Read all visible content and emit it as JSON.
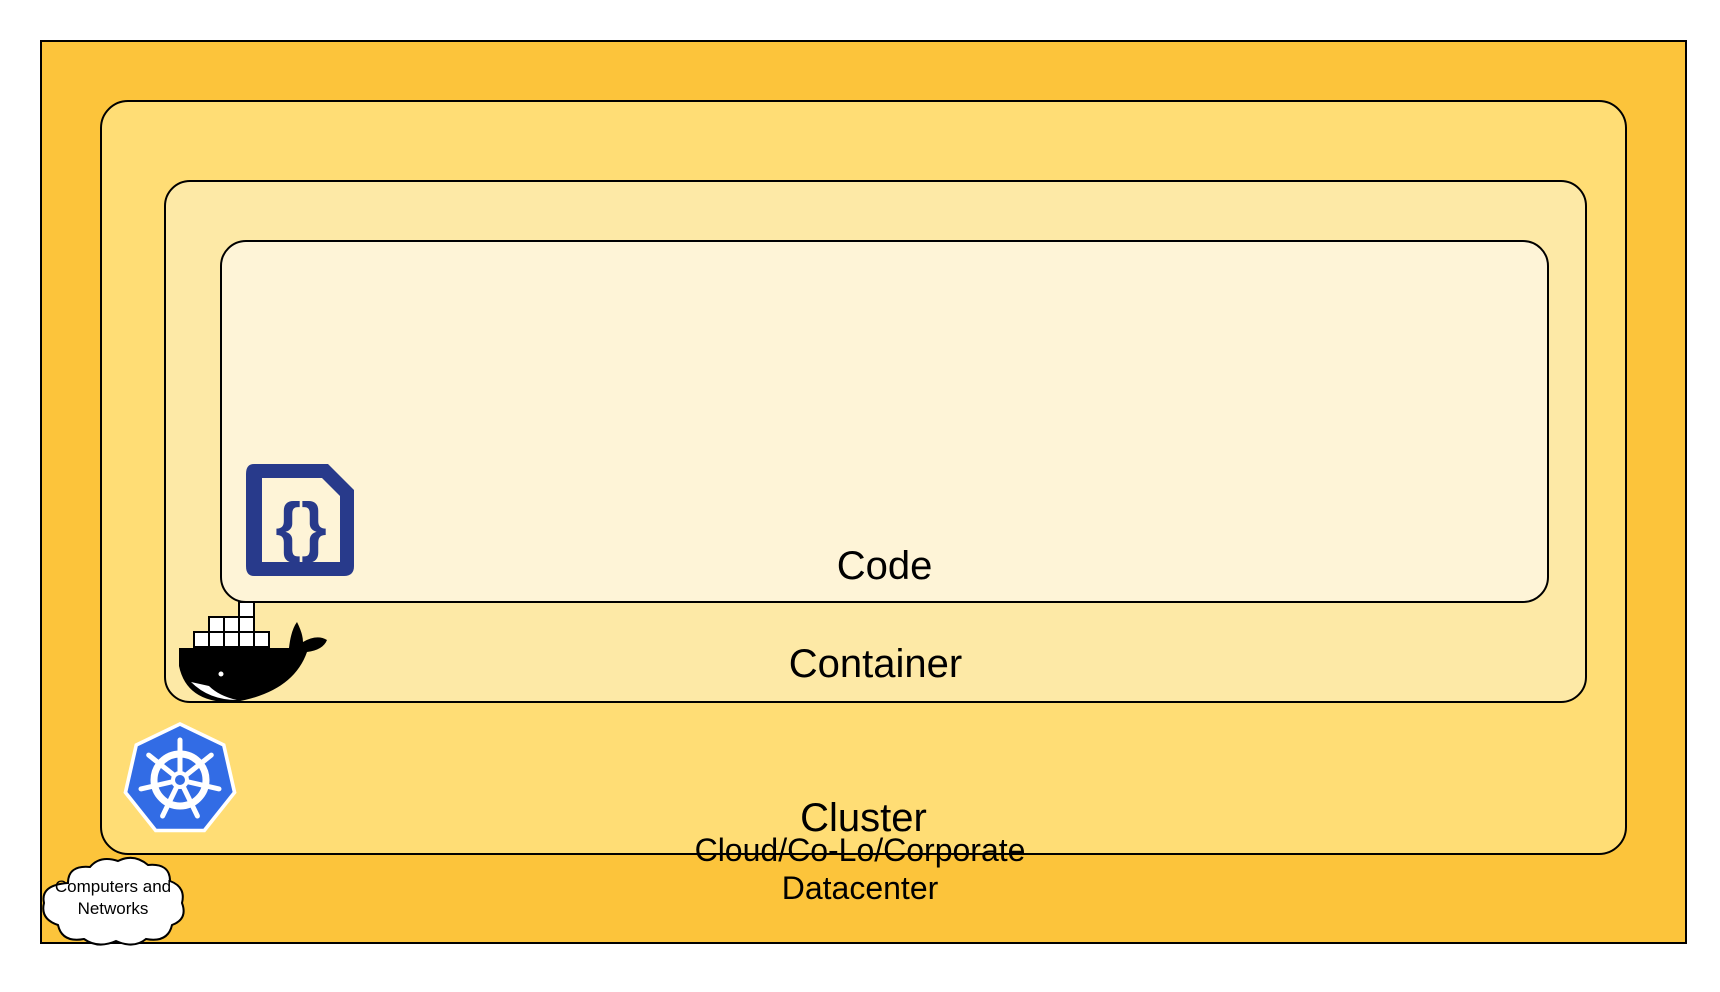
{
  "layers": {
    "datacenter_label": "Cloud/Co-Lo/Corporate Datacenter",
    "cluster_label": "Cluster",
    "container_label": "Container",
    "code_label": "Code"
  },
  "icons": {
    "code": "code-file-icon",
    "container": "docker-whale-icon",
    "cluster": "kubernetes-helm-icon",
    "datacenter": "cloud-icon"
  },
  "cloud_text": "Computers and Networks",
  "colors": {
    "datacenter": "#fcc43b",
    "cluster": "#ffdd75",
    "container": "#fde9a6",
    "code": "#fef4d7",
    "code_icon": "#283a8b",
    "kubernetes": "#326ce5"
  }
}
